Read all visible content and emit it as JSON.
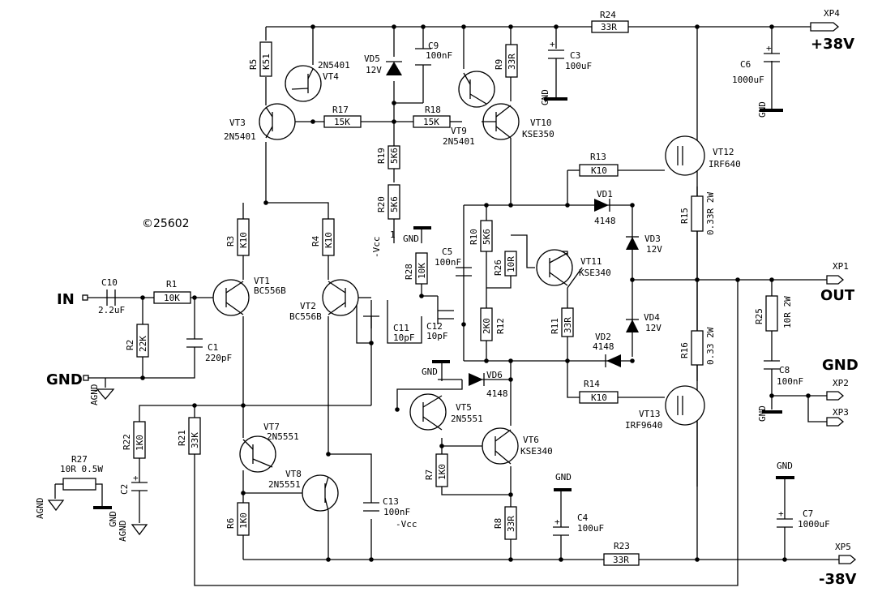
{
  "copyright": "©25602",
  "ports": {
    "xp4": "XP4",
    "xp1": "XP1",
    "xp2": "XP2",
    "xp3": "XP3",
    "xp5": "XP5",
    "plus": "+38V",
    "out": "OUT",
    "gnd": "GND",
    "minus": "-38V",
    "in": "IN",
    "gnd_left": "GND"
  },
  "rail_labels": {
    "gnd": "GND",
    "agnd": "AGND",
    "vcc_minus": "-Vcc"
  },
  "resistors": [
    {
      "ref": "R1",
      "value": "10K"
    },
    {
      "ref": "R2",
      "value": "22K"
    },
    {
      "ref": "R3",
      "value": "K10"
    },
    {
      "ref": "R4",
      "value": "K10"
    },
    {
      "ref": "R5",
      "value": "K51"
    },
    {
      "ref": "R6",
      "value": "1K0"
    },
    {
      "ref": "R7",
      "value": "1K0"
    },
    {
      "ref": "R8",
      "value": "33R"
    },
    {
      "ref": "R9",
      "value": "33R"
    },
    {
      "ref": "R10",
      "value": "5K6"
    },
    {
      "ref": "R11",
      "value": "33R"
    },
    {
      "ref": "R12",
      "value": "2K0"
    },
    {
      "ref": "R13",
      "value": "K10"
    },
    {
      "ref": "R14",
      "value": "K10"
    },
    {
      "ref": "R15",
      "value": "0.33R 2W"
    },
    {
      "ref": "R16",
      "value": "0.33 2W"
    },
    {
      "ref": "R17",
      "value": "15K"
    },
    {
      "ref": "R18",
      "value": "15K"
    },
    {
      "ref": "R19",
      "value": "5K6"
    },
    {
      "ref": "R20",
      "value": "5K6"
    },
    {
      "ref": "R21",
      "value": "33K"
    },
    {
      "ref": "R22",
      "value": "1K0"
    },
    {
      "ref": "R23",
      "value": "33R"
    },
    {
      "ref": "R24",
      "value": "33R"
    },
    {
      "ref": "R25",
      "value": "10R 2W"
    },
    {
      "ref": "R26",
      "value": "10R"
    },
    {
      "ref": "R27",
      "value": "10R 0.5W"
    },
    {
      "ref": "R28",
      "value": "10K"
    }
  ],
  "capacitors": [
    {
      "ref": "C1",
      "value": "220pF"
    },
    {
      "ref": "C2",
      "value": ""
    },
    {
      "ref": "C3",
      "value": "100uF"
    },
    {
      "ref": "C4",
      "value": "100uF"
    },
    {
      "ref": "C5",
      "value": "100nF"
    },
    {
      "ref": "C6",
      "value": "1000uF"
    },
    {
      "ref": "C7",
      "value": "1000uF"
    },
    {
      "ref": "C8",
      "value": "100nF"
    },
    {
      "ref": "C9",
      "value": "100nF"
    },
    {
      "ref": "C10",
      "value": "2.2uF"
    },
    {
      "ref": "C11",
      "value": "10pF"
    },
    {
      "ref": "C12",
      "value": "10pF"
    },
    {
      "ref": "C13",
      "value": "100nF"
    }
  ],
  "transistors": [
    {
      "ref": "VT1",
      "type": "BC556B"
    },
    {
      "ref": "VT2",
      "type": "BC556B"
    },
    {
      "ref": "VT3",
      "type": "2N5401"
    },
    {
      "ref": "VT4",
      "type": "2N5401"
    },
    {
      "ref": "VT5",
      "type": "2N5551"
    },
    {
      "ref": "VT6",
      "type": "KSE340"
    },
    {
      "ref": "VT7",
      "type": "2N5551"
    },
    {
      "ref": "VT8",
      "type": "2N5551"
    },
    {
      "ref": "VT9",
      "type": "2N5401"
    },
    {
      "ref": "VT10",
      "type": "KSE350"
    },
    {
      "ref": "VT11",
      "type": "KSE340"
    },
    {
      "ref": "VT12",
      "type": "IRF640"
    },
    {
      "ref": "VT13",
      "type": "IRF9640"
    }
  ],
  "diodes": [
    {
      "ref": "VD1",
      "type": "4148"
    },
    {
      "ref": "VD2",
      "type": "4148"
    },
    {
      "ref": "VD3",
      "type": "12V"
    },
    {
      "ref": "VD4",
      "type": "12V"
    },
    {
      "ref": "VD5",
      "type": "12V"
    },
    {
      "ref": "VD6",
      "type": "4148"
    }
  ],
  "misc": {
    "pin1": "1"
  }
}
